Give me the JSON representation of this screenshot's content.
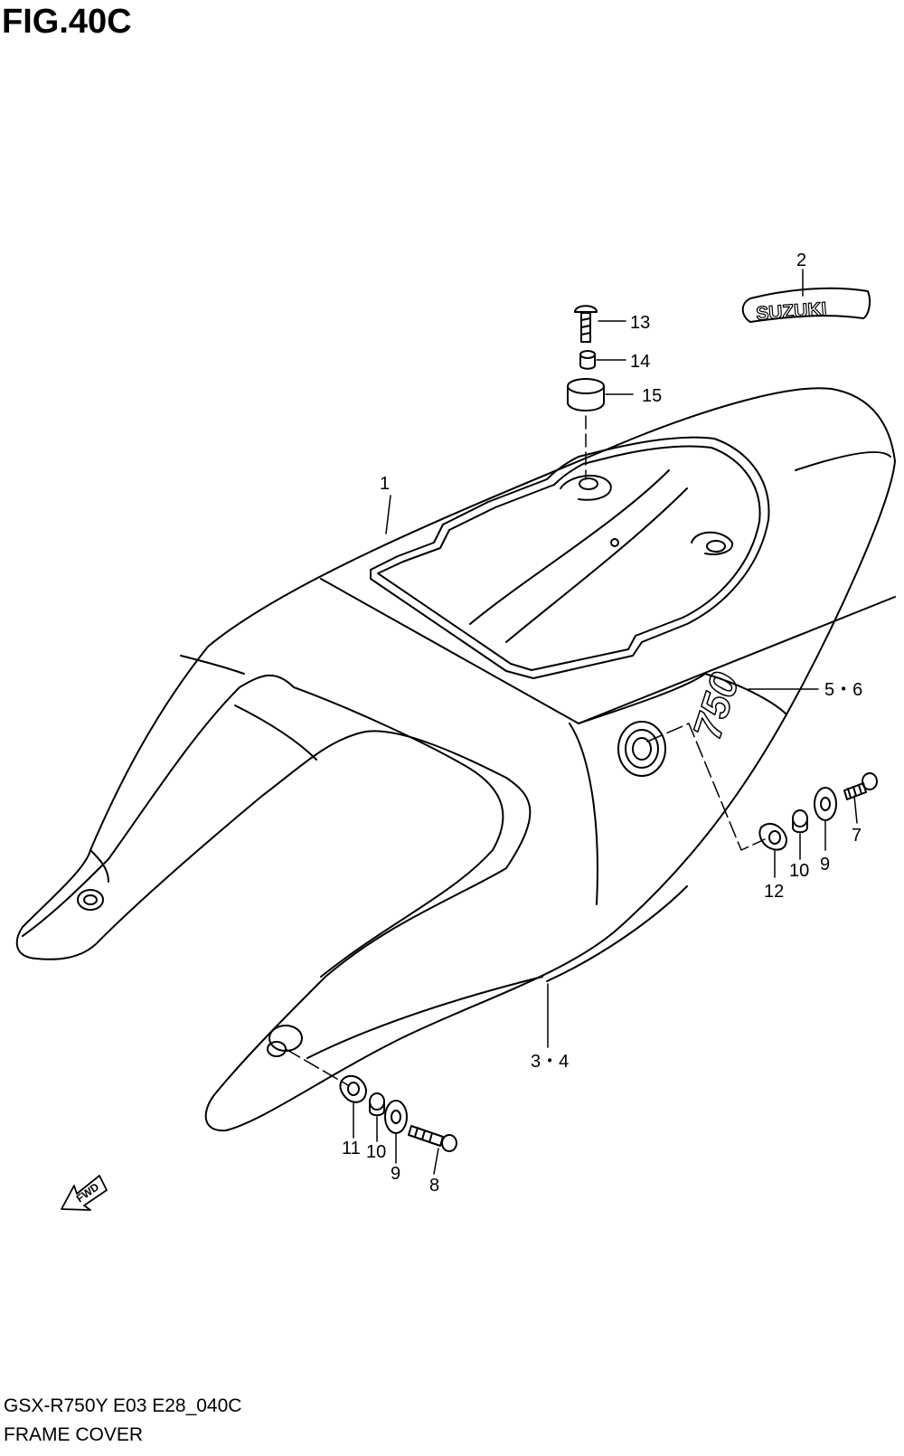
{
  "figure": {
    "title": "FIG.40C"
  },
  "footer": {
    "model_code": "GSX-R750Y E03 E28_040C",
    "section_name": "FRAME COVER"
  },
  "decal": {
    "brand_text": "SUZUKI",
    "model_badge": "750"
  },
  "fwd_arrow": {
    "label": "FWD"
  },
  "callouts": {
    "c1": "1",
    "c2": "2",
    "c3_4": "3・4",
    "c5_6": "5・6",
    "c7": "7",
    "c8": "8",
    "c9_right": "9",
    "c9_left": "9",
    "c10_right": "10",
    "c10_left": "10",
    "c11": "11",
    "c12": "12",
    "c13": "13",
    "c14": "14",
    "c15": "15"
  }
}
